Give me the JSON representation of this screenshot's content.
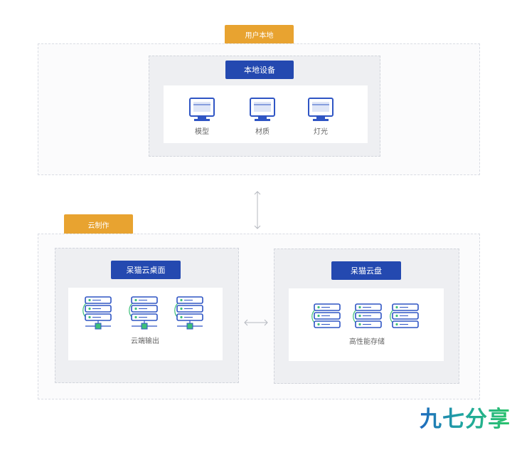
{
  "user_local": {
    "tab_label": "用户本地",
    "device_title": "本地设备",
    "items": [
      "模型",
      "材质",
      "灯光"
    ]
  },
  "cloud": {
    "tab_label": "云制作",
    "desktop": {
      "title": "呆猫云桌面",
      "caption": "云端输出"
    },
    "disk": {
      "title": "呆猫云盘",
      "caption": "高性能存储"
    }
  },
  "watermark": "九七分享吧",
  "colors": {
    "brand_blue": "#2449b0",
    "orange": "#e8a330",
    "icon_blue": "#2f55c4",
    "icon_green": "#3dbf7a"
  },
  "icons": {
    "monitor": "monitor-icon",
    "server": "server-stack-icon",
    "vertical_arrow": "double-arrow-vertical-icon",
    "horizontal_arrow": "double-arrow-horizontal-icon"
  }
}
